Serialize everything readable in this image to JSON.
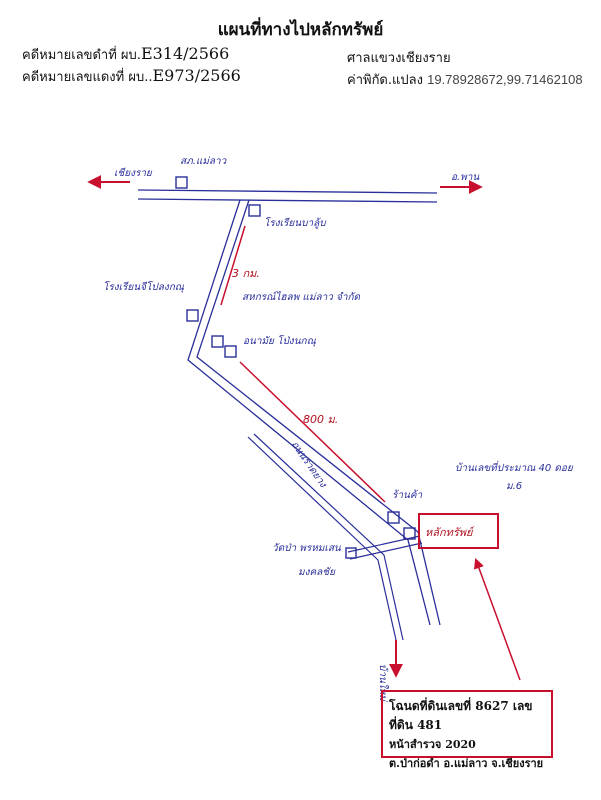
{
  "header": {
    "title": "แผนที่ทางไปหลักทรัพย์",
    "black_case_label": "คดีหมายเลขดำที่ ผบ.",
    "black_case_number": "E314/2566",
    "red_case_label": "คดีหมายเลขแดงที่ ผบ..",
    "red_case_number": "E973/2566",
    "court": "ศาลแขวงเชียงราย",
    "coordinate_label": "ค่าพิกัด.แปลง",
    "coordinate_value": "19.78928672,99.71462108"
  },
  "map_labels": {
    "district_office": "สภ.แม่ลาว",
    "west_destination": "เชียงราย",
    "east_destination": "อ.พาน",
    "school_top": "โรงเรียนบาลู้บ",
    "school_left": "โรงเรียนจีโปลงกณุ",
    "distance_1": "3 กม.",
    "agri_coop": "สหกรณ์ไฮลพ แม่ลาว จำกัด",
    "health_center": "อนามัย โป่งนกณุ",
    "distance_2": "800 ม.",
    "road_name": "ถนนราดยาง",
    "shop": "ร้านค้า",
    "monument_line1": "วัดป่า พรหมเสน",
    "monument_line2": "มงคลชัย",
    "south_destination": "บ้านใหม่",
    "property_label": "หลักทรัพย์",
    "village_line1": "บ้านเลขที่ประมาณ 40 ดอย",
    "village_line2": "ม.6"
  },
  "deed": {
    "line1": "โฉนดที่ดินเลขที่ 8627 เลขที่ดิน 481",
    "line2": "หน้าสำรวจ 2020",
    "line3": "ต.ป่าก่อดำ อ.แม่ลาว จ.เชียงราย"
  },
  "colors": {
    "road_ink": "#2a2f9a",
    "arrow_red": "#c8102e",
    "text_black": "#111111"
  }
}
